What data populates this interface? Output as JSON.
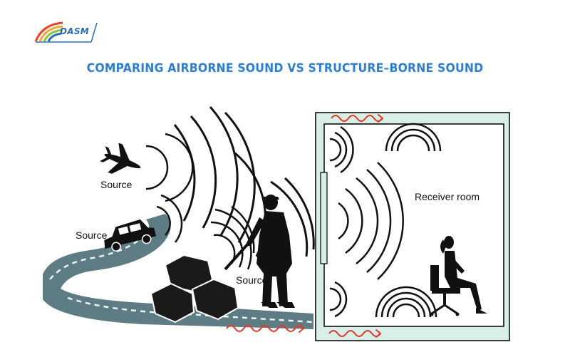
{
  "brand": {
    "name": "DASM",
    "colors": [
      "#e8432c",
      "#f2a93b",
      "#8cc63f",
      "#2a6fb5"
    ]
  },
  "title": "COMPARING AIRBORNE SOUND VS STRUCTURE–BORNE SOUND",
  "labels": {
    "source_plane": "Source",
    "source_car": "Source",
    "source_worker": "Source",
    "receiver_room": "Receiver room"
  },
  "colors": {
    "title": "#2f7fd1",
    "wall": "#d9eee6",
    "road": "#5e7c84",
    "arrow": "#e23a2a"
  }
}
